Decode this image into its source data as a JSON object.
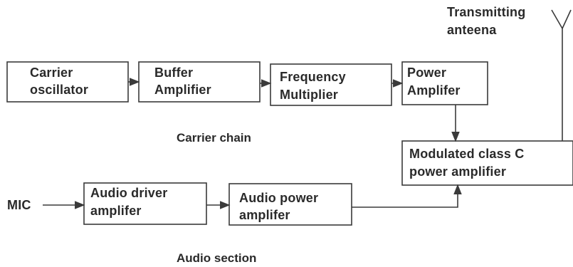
{
  "blocks": {
    "carrier_oscillator": {
      "line1": "Carrier",
      "line2": "oscillator"
    },
    "buffer_amplifier": {
      "line1": "Buffer",
      "line2": "Amplifier"
    },
    "frequency_multiplier": {
      "line1": "Frequency",
      "line2": "Multiplier"
    },
    "power_amplifier": {
      "line1": "Power",
      "line2": "Amplifer"
    },
    "modulated_amplifier": {
      "line1": "Modulated class C",
      "line2": "power amplifier"
    },
    "audio_driver": {
      "line1": "Audio driver",
      "line2": "amplifer"
    },
    "audio_power": {
      "line1": "Audio power",
      "line2": "amplifer"
    }
  },
  "labels": {
    "mic": "MIC",
    "antenna_line1": "Transmitting",
    "antenna_line2": "anteena",
    "carrier_chain": "Carrier chain",
    "audio_section": "Audio section"
  }
}
